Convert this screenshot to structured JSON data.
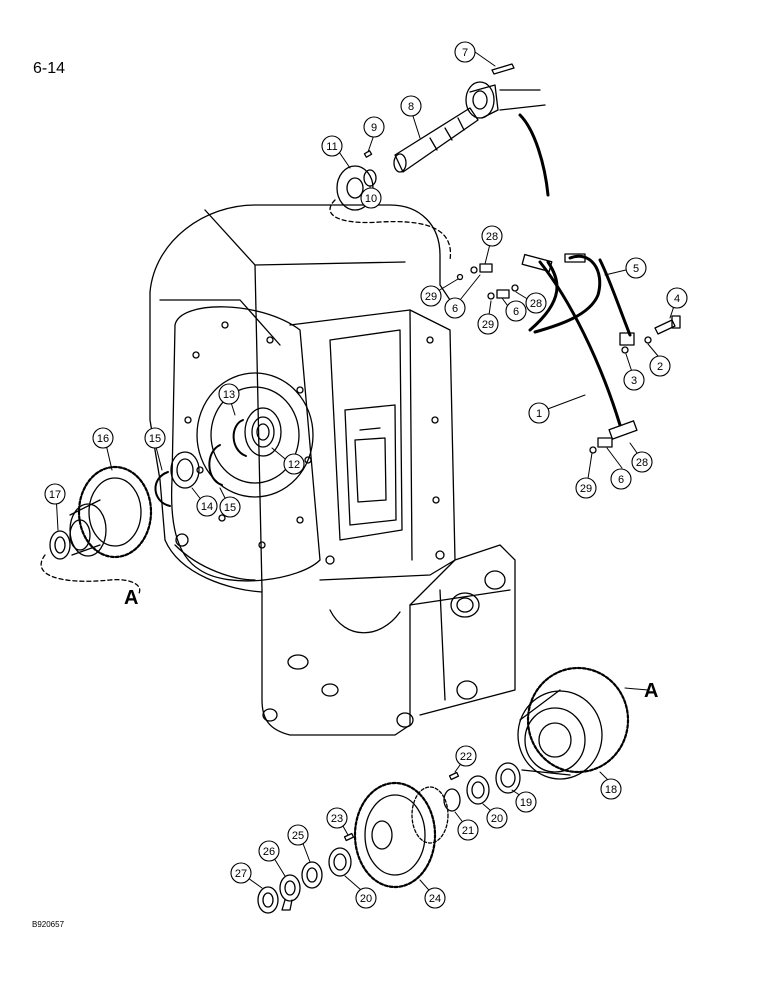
{
  "page": {
    "number": "6-14",
    "figure_code": "B920657"
  },
  "view_letters": {
    "detail_left": "A",
    "detail_right": "A"
  },
  "callouts": [
    "1",
    "2",
    "3",
    "4",
    "5",
    "6",
    "6",
    "6",
    "7",
    "8",
    "9",
    "10",
    "11",
    "12",
    "13",
    "14",
    "15",
    "15",
    "16",
    "17",
    "18",
    "19",
    "20",
    "20",
    "21",
    "22",
    "23",
    "24",
    "25",
    "26",
    "27",
    "28",
    "28",
    "28",
    "29",
    "29",
    "29"
  ],
  "colors": {
    "ink": "#000000",
    "paper": "#ffffff"
  }
}
